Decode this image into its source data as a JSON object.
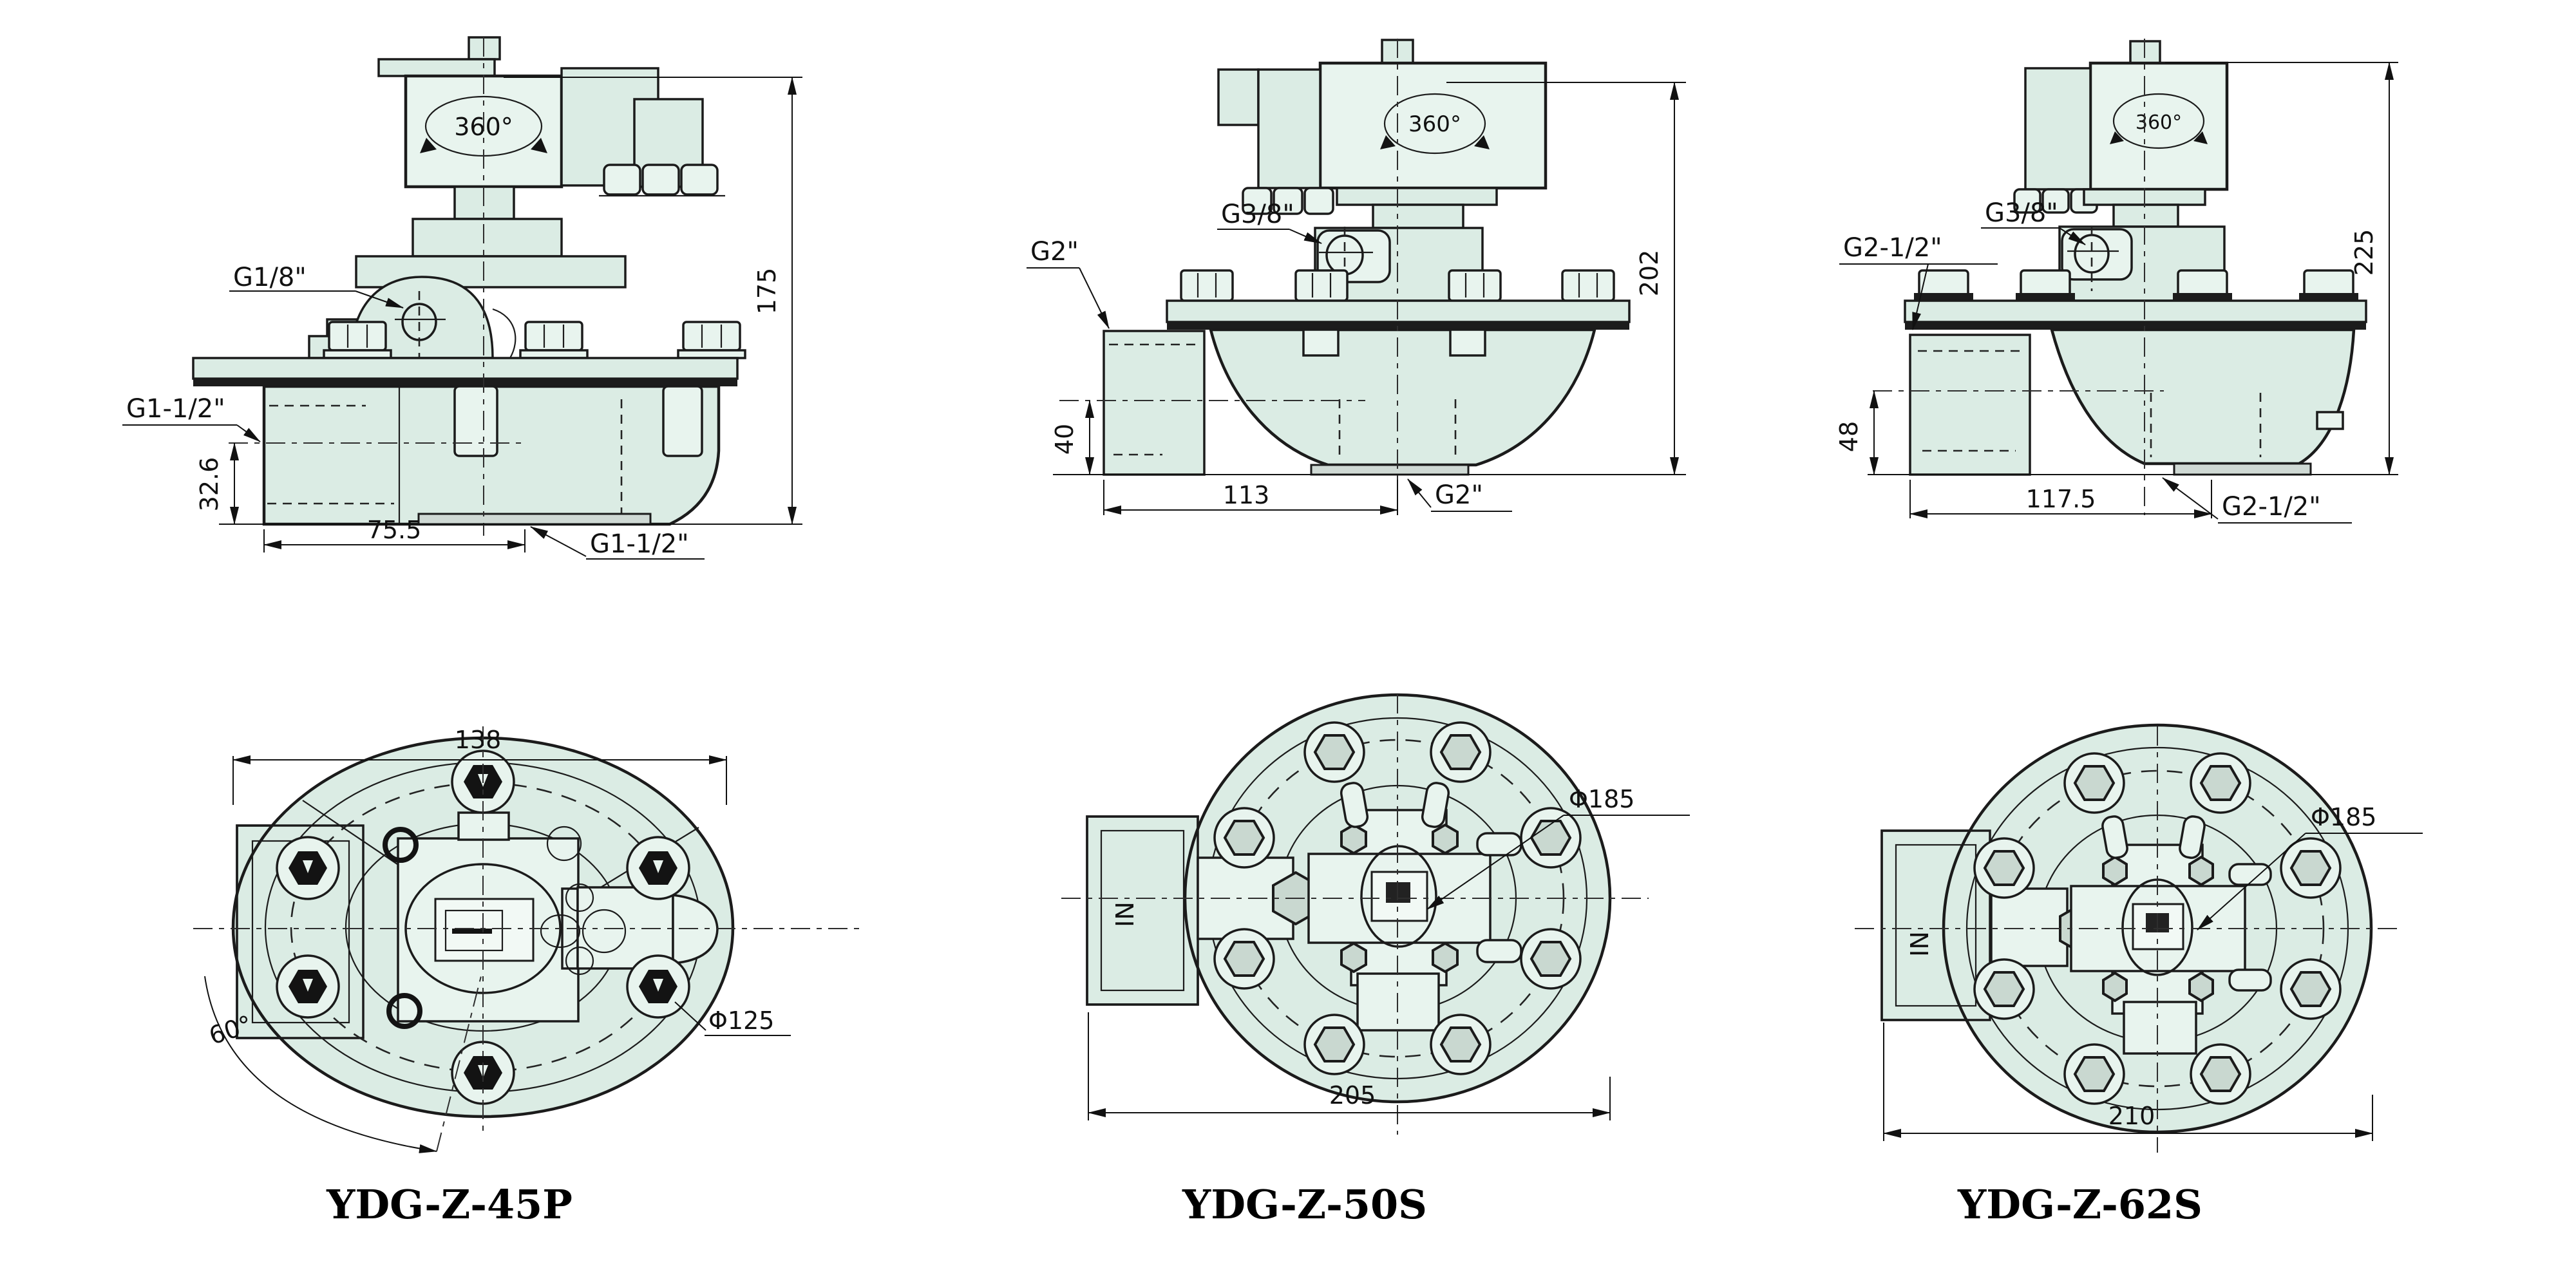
{
  "colors": {
    "background": "#ffffff",
    "body_fill": "#dbece4",
    "body_fill_light": "#e8f4ee",
    "line": "#1b1b1b",
    "outlet_fill": "#cfd9d4"
  },
  "valves": [
    {
      "model": "YDG-Z-45P",
      "side": {
        "rotation": "360°",
        "pilot_port": "G1/8\"",
        "inlet_port": "G1-1/2\"",
        "outlet_port": "G1-1/2\"",
        "dim_height": "175",
        "dim_inlet_height": "32.6",
        "dim_width": "75.5"
      },
      "front": {
        "dim_flange_width": "138",
        "dim_bolt_circle": "Φ125",
        "dim_angle": "60°"
      }
    },
    {
      "model": "YDG-Z-50S",
      "side": {
        "rotation": "360°",
        "pilot_port": "G3/8\"",
        "inlet_port": "G2\"",
        "outlet_port": "G2\"",
        "dim_height": "202",
        "dim_inlet_height": "40",
        "dim_width": "113"
      },
      "front": {
        "dim_bolt_circle": "Φ185",
        "dim_overall_width": "205",
        "inlet_marking": "IN"
      }
    },
    {
      "model": "YDG-Z-62S",
      "side": {
        "rotation": "360°",
        "pilot_port": "G3/8\"",
        "inlet_port": "G2-1/2\"",
        "outlet_port": "G2-1/2\"",
        "dim_height": "225",
        "dim_inlet_height": "48",
        "dim_width": "117.5"
      },
      "front": {
        "dim_bolt_circle": "Φ185",
        "dim_overall_width": "210",
        "inlet_marking": "IN"
      }
    }
  ]
}
